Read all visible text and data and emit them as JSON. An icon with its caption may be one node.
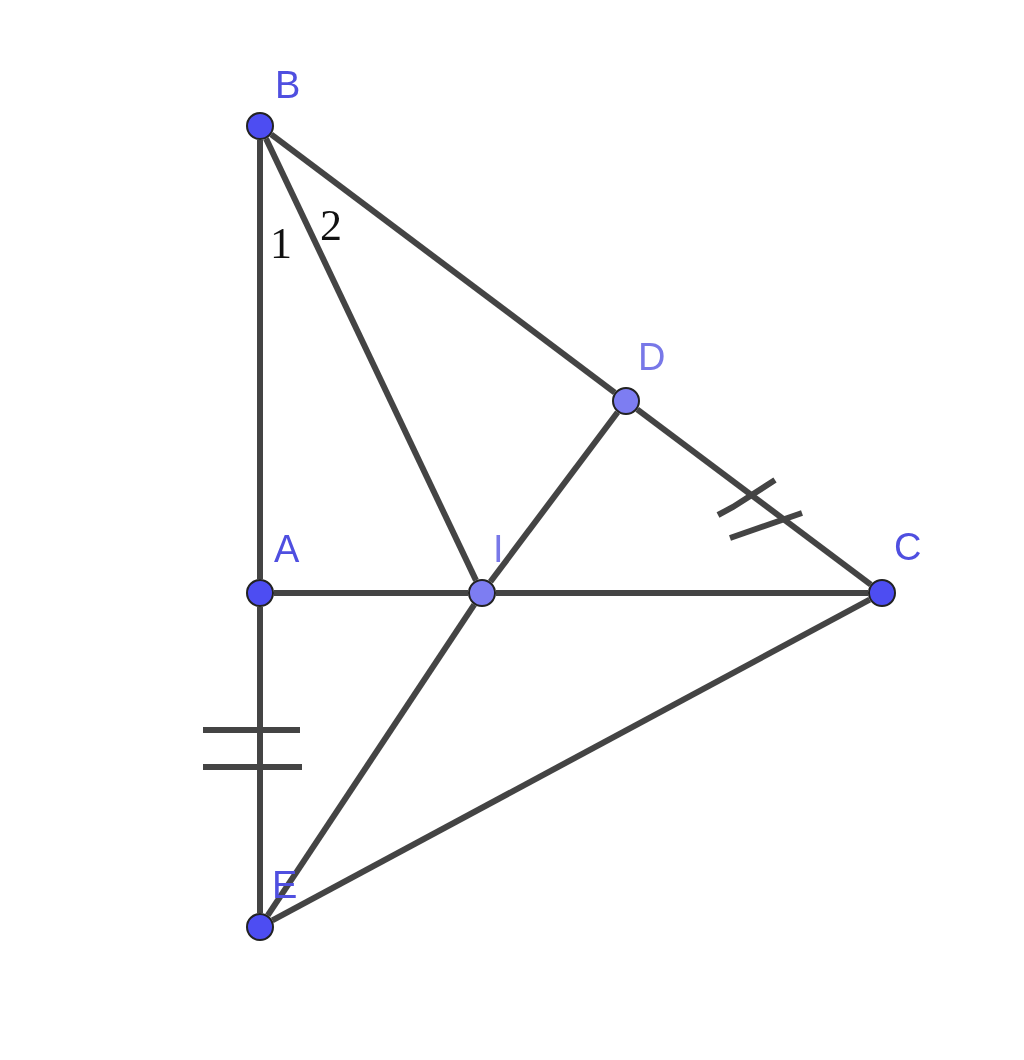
{
  "diagram": {
    "nodes": [
      {
        "text": [
          "B"
        ]
      },
      {
        "text": [
          "D"
        ]
      },
      {
        "text": [
          "A"
        ]
      },
      {
        "text": [
          "I"
        ]
      },
      {
        "text": [
          "C"
        ]
      },
      {
        "text": [
          "E"
        ]
      }
    ],
    "edges": [
      {
        "from": 0,
        "to": 2,
        "arrow": "none"
      },
      {
        "from": 2,
        "to": 5,
        "arrow": "none"
      },
      {
        "from": 0,
        "to": 3,
        "arrow": "none"
      },
      {
        "from": 0,
        "to": 1,
        "arrow": "none"
      },
      {
        "from": 1,
        "to": 4,
        "arrow": "none"
      },
      {
        "from": 2,
        "to": 3,
        "arrow": "none"
      },
      {
        "from": 3,
        "to": 4,
        "arrow": "none"
      },
      {
        "from": 1,
        "to": 3,
        "arrow": "none"
      },
      {
        "from": 3,
        "to": 5,
        "arrow": "none"
      },
      {
        "from": 5,
        "to": 4,
        "arrow": "none"
      }
    ],
    "labels": [
      "1",
      "2"
    ]
  }
}
